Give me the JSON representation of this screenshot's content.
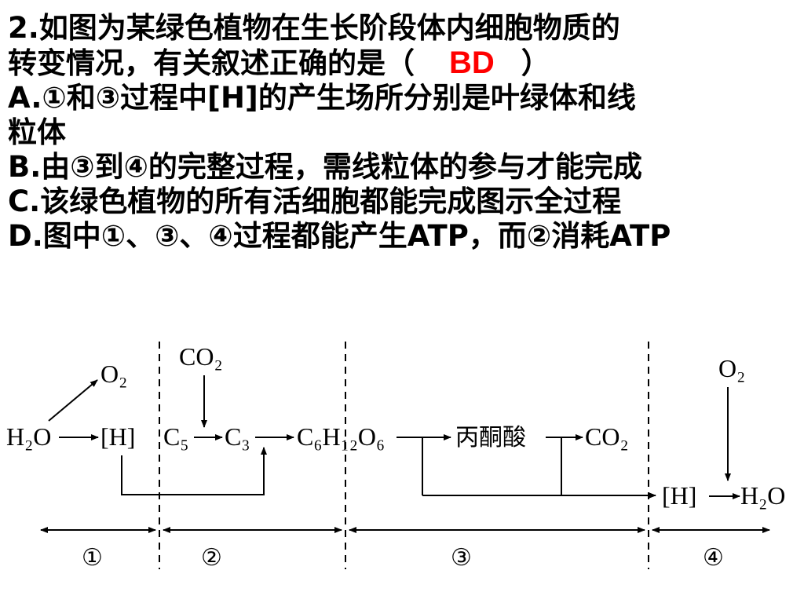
{
  "question": {
    "line1": "2.如图为某绿色植物在生长阶段体内细胞物质的",
    "line2_pre": "转变情况，有关叙述正确的是（",
    "answer": "BD",
    "line2_post": "）",
    "optionA_1": "A.①和③过程中[H]的产生场所分别是叶绿体和线",
    "optionA_2": "粒体",
    "optionB": "B.由③到④的完整过程，需线粒体的参与才能完成",
    "optionC": "C.该绿色植物的所有活细胞都能完成图示全过程",
    "optionD": "D.图中①、③、④过程都能产生ATP，而②消耗ATP"
  },
  "diagram": {
    "H2O_left": "H₂O",
    "O2_left": "O₂",
    "H_left": "[H]",
    "CO2_top": "CO₂",
    "C5": "C₅",
    "C3": "C₃",
    "glucose": "C₆H₁₂O₆",
    "pyruvate": "丙酮酸",
    "CO2_right": "CO₂",
    "O2_right": "O₂",
    "H_right": "[H]",
    "H2O_right": "H₂O",
    "stage1": "①",
    "stage2": "②",
    "stage3": "③",
    "stage4": "④"
  }
}
